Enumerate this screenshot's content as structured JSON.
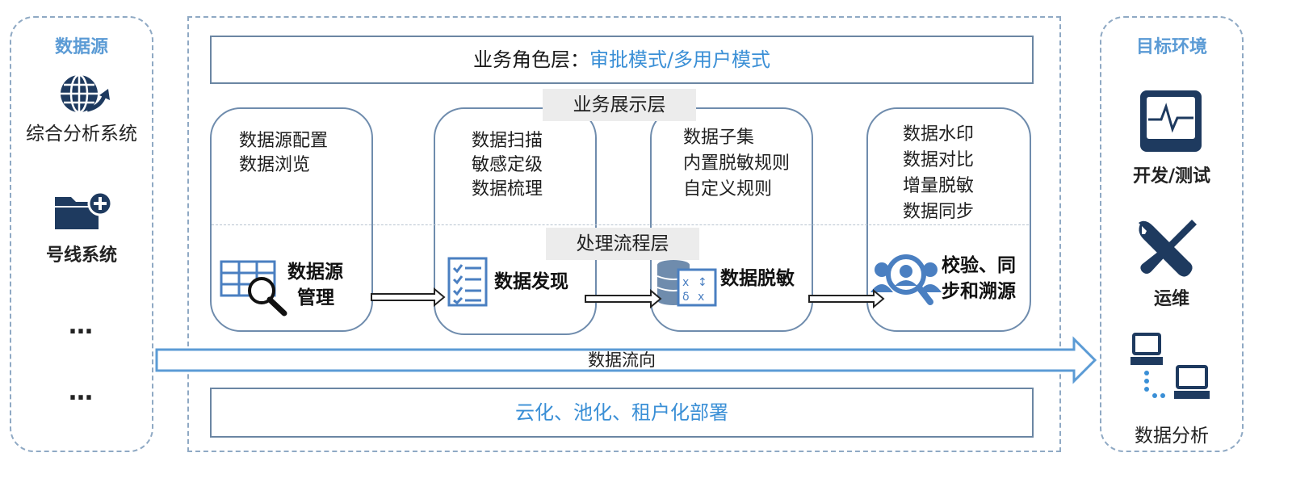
{
  "source_panel": {
    "title": "数据源",
    "items": [
      {
        "label": "综合分析系统",
        "icon": "globe-icon"
      },
      {
        "label": "号线系统",
        "icon": "folder-add-icon"
      }
    ],
    "ellipsis_1": "…",
    "ellipsis_2": "…"
  },
  "platform": {
    "top_layer": {
      "prefix": "业务角色层：",
      "highlight": "审批模式/多用户模式"
    },
    "display_layer_label": "业务展示层",
    "process_layer_label": "处理流程层",
    "modules": [
      {
        "lines": [
          "数据源配置",
          "数据浏览"
        ],
        "caption": [
          "数据源",
          "管理"
        ],
        "icon": "table-search-icon"
      },
      {
        "lines": [
          "数据扫描",
          "敏感定级",
          "数据梳理"
        ],
        "caption": [
          "数据发现"
        ],
        "icon": "checklist-icon"
      },
      {
        "lines": [
          "数据子集",
          "内置脱敏规则",
          "自定义规则"
        ],
        "caption": [
          "数据脱敏"
        ],
        "icon": "database-mask-icon"
      },
      {
        "lines": [
          "数据水印",
          "数据对比",
          "增量脱敏",
          "数据同步"
        ],
        "caption": [
          "校验、同",
          "步和溯源"
        ],
        "icon": "user-search-icon"
      }
    ],
    "flow_label": "数据流向",
    "bottom_layer": "云化、池化、租户化部署"
  },
  "target_panel": {
    "title": "目标环境",
    "items": [
      {
        "label": "开发/测试",
        "icon": "monitor-wave-icon"
      },
      {
        "label": "运维",
        "icon": "tools-icon"
      },
      {
        "label": "数据分析",
        "icon": "network-computers-icon"
      }
    ]
  },
  "colors": {
    "accent_blue": "#5b9bd5",
    "text_blue": "#3a8fd6",
    "icon_navy": "#1e3a5f",
    "icon_blue": "#4a7fc1"
  }
}
